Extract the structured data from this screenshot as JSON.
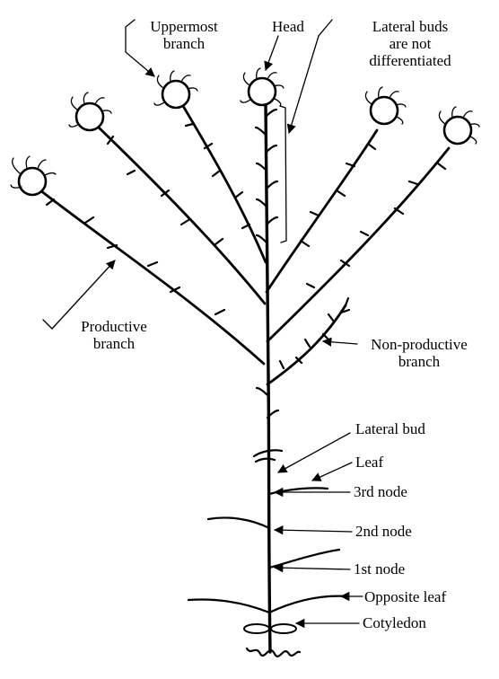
{
  "labels": {
    "uppermost_branch": [
      "Uppermost",
      "branch"
    ],
    "head": "Head",
    "lateral_buds": [
      "Lateral  buds",
      "are not",
      "differentiated"
    ],
    "productive_branch": [
      "Productive",
      "branch"
    ],
    "non_productive_branch": [
      "Non-productive",
      "branch"
    ],
    "lateral_bud": "Lateral bud",
    "leaf": "Leaf",
    "node_3": "3rd node",
    "node_2": "2nd node",
    "node_1": "1st node",
    "opposite_leaf": "Opposite leaf",
    "cotyledon": "Cotyledon"
  },
  "icons": {
    "flower_head": "head-circle-icon",
    "arrow": "arrowhead-icon"
  },
  "colors": {
    "ink": "#000000",
    "paper": "#ffffff"
  }
}
